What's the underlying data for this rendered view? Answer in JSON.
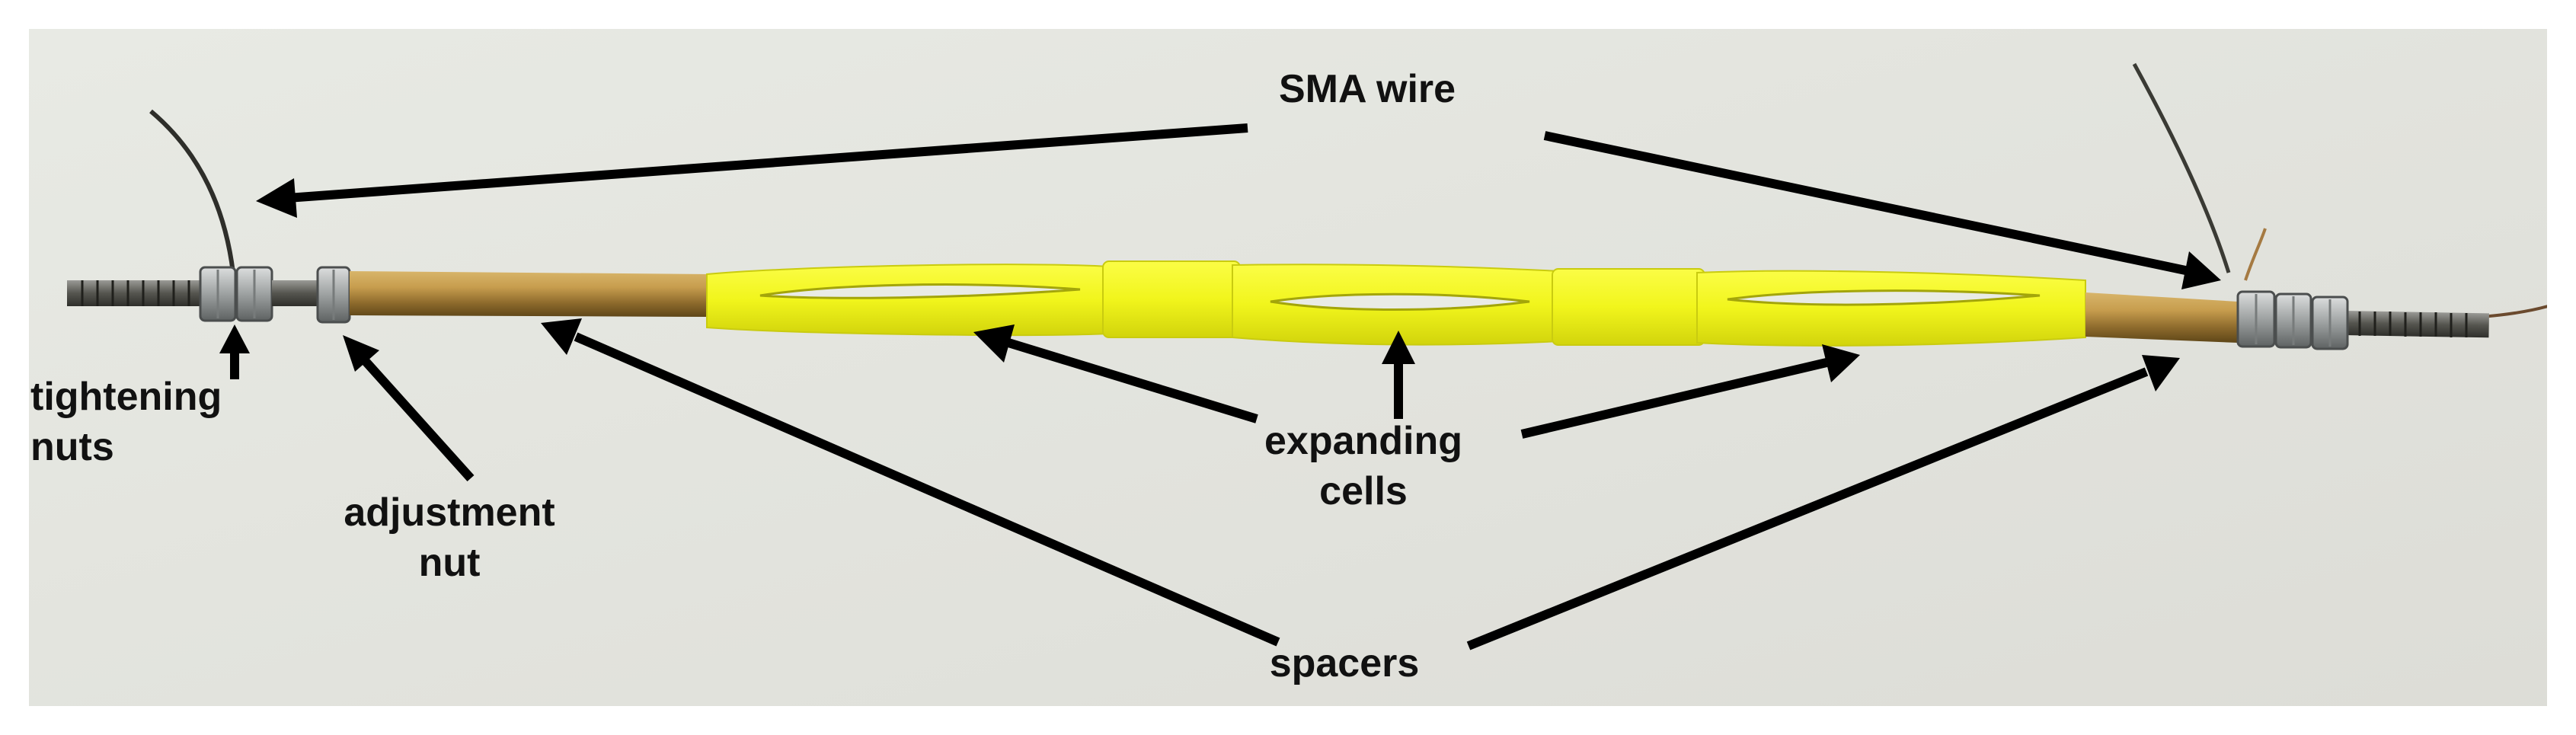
{
  "figure": {
    "labels": {
      "sma_wire": "SMA wire",
      "tightening_nuts": [
        "tightening",
        "nuts"
      ],
      "adjustment_nut": [
        "adjustment",
        "nut"
      ],
      "expanding_cells": [
        "expanding",
        "cells"
      ],
      "spacers": "spacers"
    },
    "colors": {
      "background": "#e4e5df",
      "yellow_cells": "#f3f520",
      "brass_spacer": "#b08a3c",
      "nut_silver": "#b9bcbc",
      "arrow": "#000000"
    }
  }
}
